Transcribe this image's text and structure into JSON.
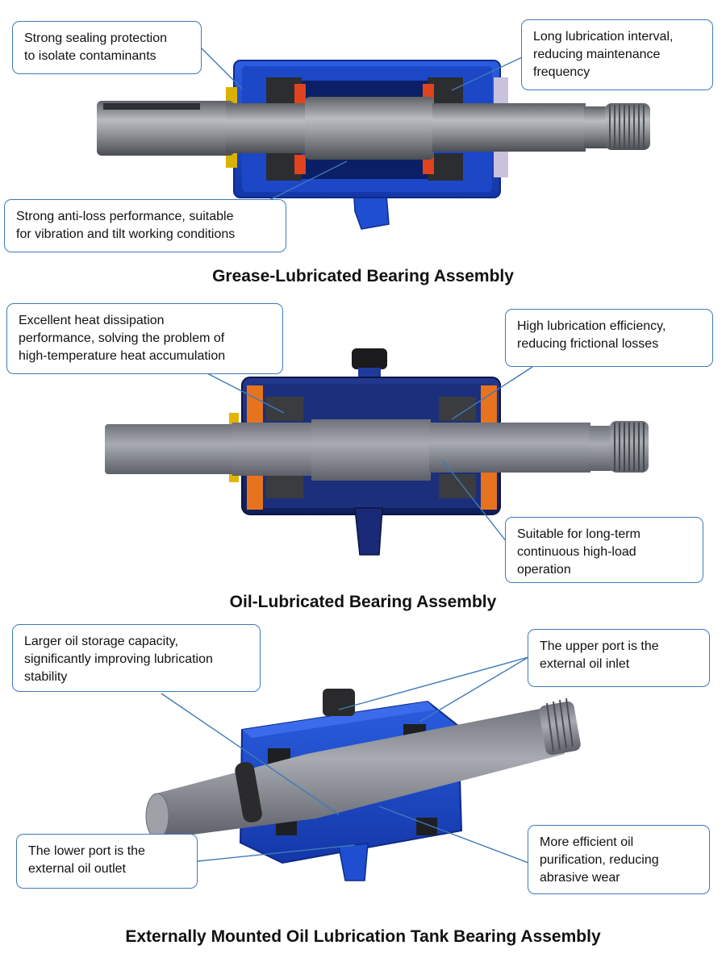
{
  "assemblies": [
    {
      "caption": "Grease-Lubricated Bearing Assembly",
      "callouts": {
        "top_left": "Strong sealing protection\nto isolate contaminants",
        "top_right": "Long lubrication interval,\nreducing maintenance\nfrequency",
        "bottom_left": "Strong anti-loss performance, suitable\nfor vibration and tilt working conditions"
      }
    },
    {
      "caption": "Oil-Lubricated Bearing Assembly",
      "callouts": {
        "top_left": "Excellent heat dissipation\nperformance, solving the problem of\nhigh-temperature heat accumulation",
        "top_right": "High lubrication efficiency,\nreducing frictional losses",
        "bottom_right": "Suitable for long-term\ncontinuous high-load\noperation"
      }
    },
    {
      "caption": "Externally Mounted Oil Lubrication Tank Bearing Assembly",
      "callouts": {
        "top_left": "Larger oil storage capacity,\nsignificantly improving lubrication\nstability",
        "top_right": "The upper port is the\nexternal oil inlet",
        "bottom_left": "The lower port is the\nexternal oil outlet",
        "bottom_right": "More efficient oil\npurification, reducing\nabrasive wear"
      }
    }
  ],
  "colors": {
    "housing_blue": "#1f4fd0",
    "housing_dark": "#102b8a",
    "shaft_grey": "#8c8f94",
    "seal_orange": "#e0611f",
    "leader_line": "#3f7ab8"
  }
}
